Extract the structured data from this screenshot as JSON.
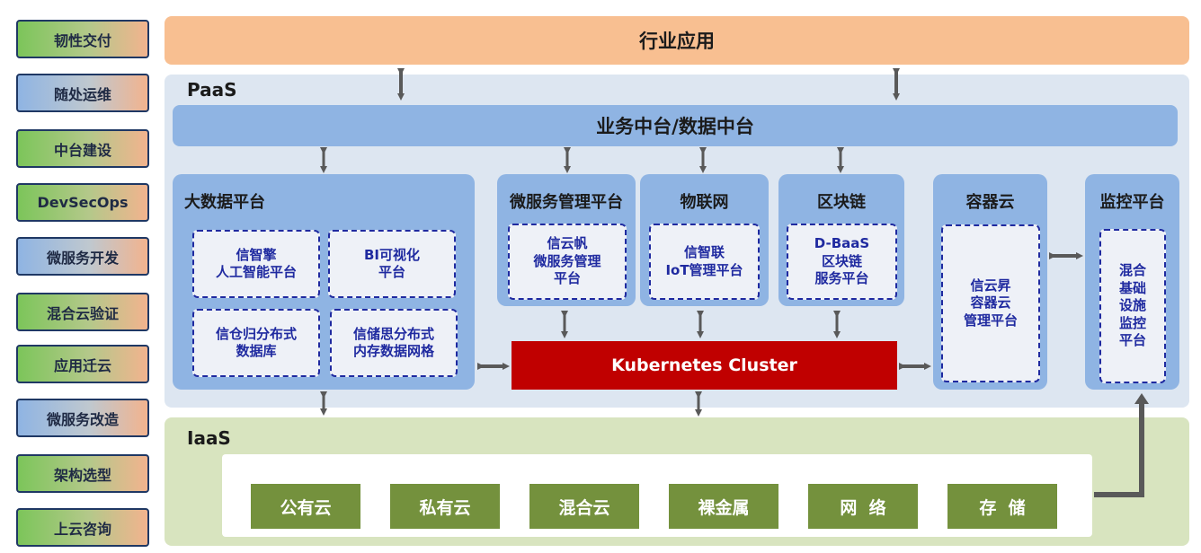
{
  "sidebar": {
    "items": [
      {
        "label": "韧性交付"
      },
      {
        "label": "随处运维"
      },
      {
        "label": "中台建设"
      },
      {
        "label": "DevSecOps"
      },
      {
        "label": "微服务开发"
      },
      {
        "label": "混合云验证"
      },
      {
        "label": "应用迁云"
      },
      {
        "label": "微服务改造"
      },
      {
        "label": "架构选型"
      },
      {
        "label": "上云咨询"
      }
    ]
  },
  "top_band": {
    "label": "行业应用"
  },
  "paas": {
    "label": "PaaS",
    "middle_bar": "业务中台/数据中台",
    "bigdata": {
      "title": "大数据平台",
      "items": [
        "信智擎\n人工智能平台",
        "BI可视化\n平台",
        "信仓归分布式\n数据库",
        "信储思分布式\n内存数据网格"
      ]
    },
    "microservice": {
      "title": "微服务管理平台",
      "item": "信云帆\n微服务管理\n平台"
    },
    "iot": {
      "title": "物联网",
      "item": "信智联\nIoT管理平台"
    },
    "blockchain": {
      "title": "区块链",
      "item": "D-BaaS\n区块链\n服务平台"
    },
    "container": {
      "title": "容器云",
      "item": "信云昇\n容器云\n管理平台"
    },
    "monitor": {
      "title": "监控平台",
      "item": "混合\n基础\n设施\n监控\n平台"
    },
    "kubernetes": "Kubernetes Cluster"
  },
  "iaas": {
    "label": "IaaS",
    "items": [
      "公有云",
      "私有云",
      "混合云",
      "裸金属",
      "网  络",
      "存  储"
    ]
  },
  "colors": {
    "industry": "#f8bf91",
    "paas_bg": "#dde6f1",
    "paas_blue": "#8fb4e3",
    "iaas_bg": "#d8e4bf",
    "iaas_item": "#74913d",
    "k8s": "#c00000",
    "inner_text": "#1f2aa0",
    "arrow": "#595959"
  }
}
